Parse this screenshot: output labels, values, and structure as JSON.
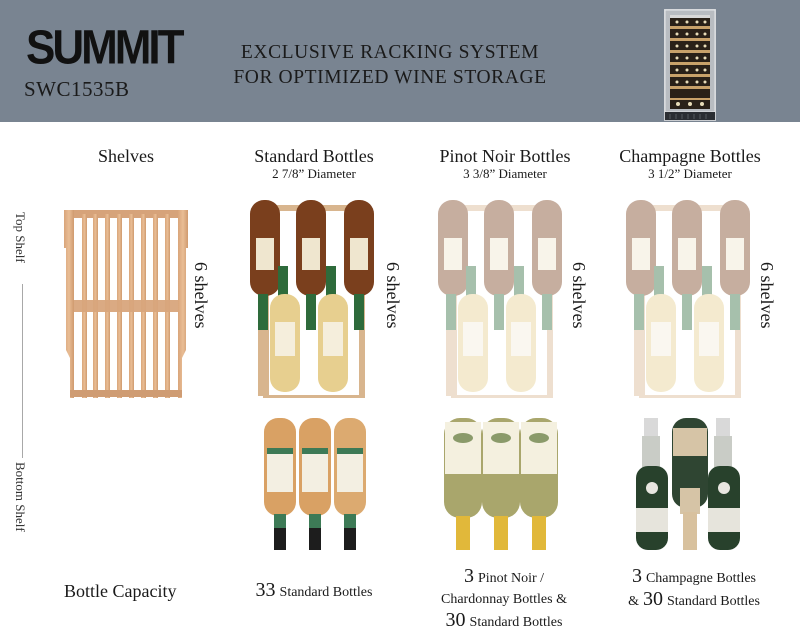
{
  "header": {
    "brand": "SUMMIT",
    "model": "SWC1535B",
    "tagline_line1": "EXCLUSIVE RACKING SYSTEM",
    "tagline_line2": "FOR OPTIMIZED WINE STORAGE",
    "background_color": "#798491"
  },
  "side_labels": {
    "top": "Top Shelf",
    "bottom": "Bottom Shelf"
  },
  "columns": [
    {
      "title": "Shelves",
      "subtitle": "",
      "shelf_count": "6 shelves"
    },
    {
      "title": "Standard Bottles",
      "subtitle": "2 7/8” Diameter",
      "shelf_count": "6 shelves"
    },
    {
      "title": "Pinot Noir Bottles",
      "subtitle": "3 3/8” Diameter",
      "shelf_count": "6 shelves"
    },
    {
      "title": "Champagne Bottles",
      "subtitle": "3 1/2” Diameter",
      "shelf_count": "6 shelves"
    }
  ],
  "capacity": {
    "label": "Bottle Capacity",
    "standard": {
      "count": "33",
      "text": "Standard Bottles"
    },
    "pinot": {
      "count1": "3",
      "text1": "Pinot Noir /",
      "text2": "Chardonnay Bottles &",
      "count2": "30",
      "text3": "Standard Bottles"
    },
    "champagne": {
      "count1": "3",
      "text1": "Champagne Bottles",
      "prefix2": "&",
      "count2": "30",
      "text2": "Standard Bottles"
    }
  },
  "images": {
    "shelf": "wooden-shelf-rack",
    "standard_top": "standard-bottles-on-rack",
    "pinot_top": "faded-standard-bottles-on-rack",
    "champagne_top": "faded-standard-bottles-on-rack",
    "standard_bottom": "three-gallo-wine-bottles",
    "pinot_bottom": "three-chardonnay-bottles",
    "champagne_bottom": "three-champagne-bottles",
    "fridge": "wine-cooler-product-photo"
  }
}
